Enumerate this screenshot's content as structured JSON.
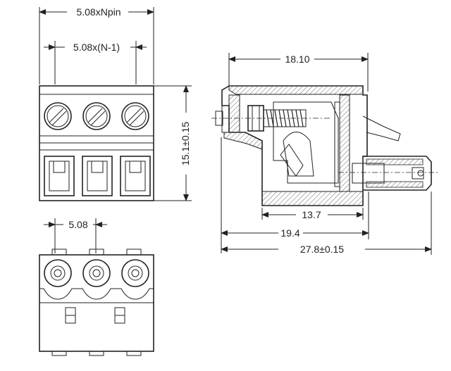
{
  "dimensions": {
    "total_width": "5.08xNpin",
    "pitch_span": "5.08x(N-1)",
    "height": "15.1±0.15",
    "pitch": "5.08",
    "side_top": "18.10",
    "side_inner": "13.7",
    "side_mid": "19.4",
    "side_total": "27.8±0.15"
  },
  "colors": {
    "line": "#222222",
    "background": "#ffffff"
  }
}
